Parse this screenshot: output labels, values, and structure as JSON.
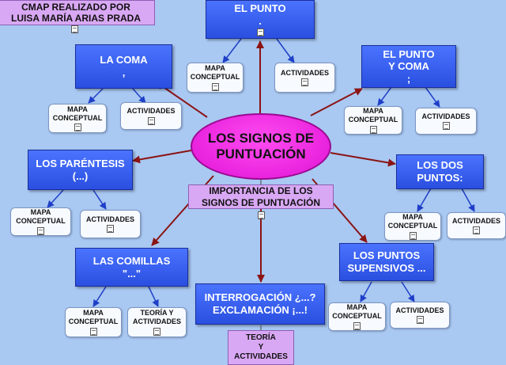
{
  "central": {
    "line1": "LOS SIGNOS DE",
    "line2": "PUNTUACIÓN"
  },
  "title": {
    "line1": "CMAP REALIZADO POR",
    "line2": "LUISA MARÍA ARIAS PRADA"
  },
  "importance": {
    "line1": "IMPORTANCIA DE LOS",
    "line2": "SIGNOS DE PUNTUACIÓN"
  },
  "topics": {
    "punto": {
      "line1": "EL PUNTO",
      "sym": "."
    },
    "coma": {
      "line1": "LA COMA",
      "sym": ","
    },
    "puntoycoma": {
      "line1": "EL PUNTO",
      "line2": "Y COMA",
      "sym": ";"
    },
    "parentesis": {
      "line1": "LOS PARÉNTESIS",
      "sym": "(...)"
    },
    "dospuntos": {
      "line1": "LOS DOS",
      "line2": "PUNTOS:"
    },
    "comillas": {
      "line1": "LAS COMILLAS",
      "sym": "\"...\""
    },
    "suspensivos": {
      "line1": "LOS PUNTOS",
      "line2": "SUPENSIVOS ..."
    },
    "interrogacion": {
      "line1": "INTERROGACIÓN ¿...?",
      "line2": "EXCLAMACIÓN ¡...!"
    }
  },
  "resources": {
    "mapa": {
      "line1": "MAPA",
      "line2": "CONCEPTUAL"
    },
    "actividades": "ACTIVIDADES",
    "teoria": {
      "line1": "TEORÍA Y",
      "line2": "ACTIVIDADES"
    },
    "teoria_v": {
      "line1": "TEORÍA",
      "line2": "Y",
      "line3": "ACTIVIDADES"
    }
  },
  "colors": {
    "background": "#a9c8f2",
    "topic": "#3b63f5",
    "central": "#f02ae6",
    "resource": "#f7fbff",
    "accent": "#d9a8f4",
    "red_arrow": "#8b1414",
    "blue_arrow": "#1f3fc8"
  },
  "icons": [
    "document-icon",
    "image-icon"
  ]
}
